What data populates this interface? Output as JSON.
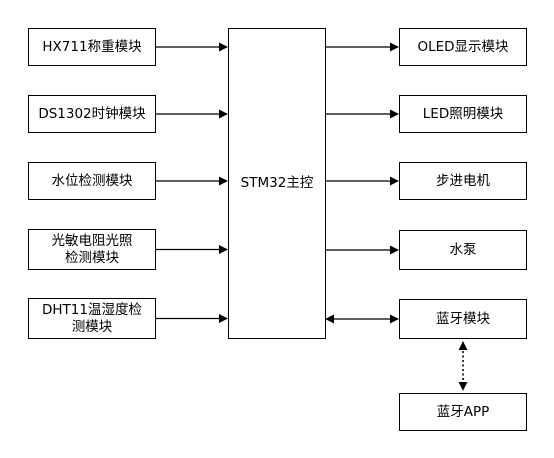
{
  "diagram": {
    "inputs": [
      {
        "id": "hx711",
        "label": "HX711称重模块"
      },
      {
        "id": "ds1302",
        "label": "DS1302时钟模块"
      },
      {
        "id": "water-level",
        "label": "水位检测模块"
      },
      {
        "id": "photoresistor",
        "label": "光敏电阻光照检测模块"
      },
      {
        "id": "dht11",
        "label": "DHT11温湿度检测模块"
      }
    ],
    "controller": {
      "id": "stm32",
      "label": "STM32主控"
    },
    "outputs": [
      {
        "id": "oled",
        "label": "OLED显示模块"
      },
      {
        "id": "led",
        "label": "LED照明模块"
      },
      {
        "id": "stepper",
        "label": "步进电机"
      },
      {
        "id": "pump",
        "label": "水泵"
      },
      {
        "id": "bluetooth",
        "label": "蓝牙模块"
      }
    ],
    "app": {
      "id": "bluetooth-app",
      "label": "蓝牙APP"
    },
    "connections": [
      {
        "from": "hx711",
        "to": "stm32",
        "style": "solid",
        "arrow": "forward"
      },
      {
        "from": "ds1302",
        "to": "stm32",
        "style": "solid",
        "arrow": "forward"
      },
      {
        "from": "water-level",
        "to": "stm32",
        "style": "solid",
        "arrow": "forward"
      },
      {
        "from": "photoresistor",
        "to": "stm32",
        "style": "solid",
        "arrow": "forward"
      },
      {
        "from": "dht11",
        "to": "stm32",
        "style": "solid",
        "arrow": "forward"
      },
      {
        "from": "stm32",
        "to": "oled",
        "style": "solid",
        "arrow": "forward"
      },
      {
        "from": "stm32",
        "to": "led",
        "style": "solid",
        "arrow": "forward"
      },
      {
        "from": "stm32",
        "to": "stepper",
        "style": "solid",
        "arrow": "forward"
      },
      {
        "from": "stm32",
        "to": "pump",
        "style": "solid",
        "arrow": "forward"
      },
      {
        "from": "stm32",
        "to": "bluetooth",
        "style": "solid",
        "arrow": "both"
      },
      {
        "from": "bluetooth",
        "to": "bluetooth-app",
        "style": "dotted",
        "arrow": "both"
      }
    ]
  }
}
